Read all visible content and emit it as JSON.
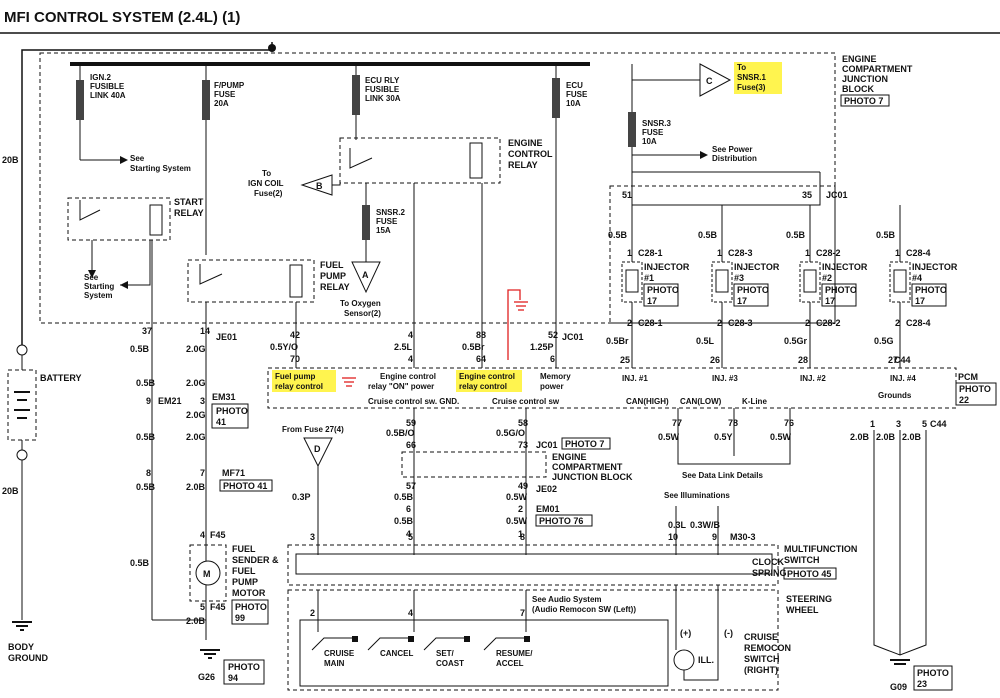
{
  "title": "MFI CONTROL SYSTEM (2.4L) (1)",
  "wire_20b": "20B",
  "fuses": {
    "ign2": [
      "IGN.2",
      "FUSIBLE",
      "LINK 40A"
    ],
    "fpump": [
      "F/PUMP",
      "FUSE",
      "20A"
    ],
    "ecu_rly": [
      "ECU RLY",
      "FUSIBLE",
      "LINK 30A"
    ],
    "ecu": [
      "ECU",
      "FUSE",
      "10A"
    ],
    "snsr3": [
      "SNSR.3",
      "FUSE",
      "10A"
    ],
    "snsr2": [
      "SNSR.2",
      "FUSE",
      "15A"
    ]
  },
  "ecj_block": [
    "ENGINE",
    "COMPARTMENT",
    "JUNCTION",
    "BLOCK"
  ],
  "photo_7": "PHOTO 7",
  "to_snsr1": [
    "To",
    "SNSR.1",
    "Fuse(3)"
  ],
  "connector_c": "C",
  "connector_b": "B",
  "connector_a": "A",
  "connector_d": "D",
  "see_power": [
    "See Power",
    "Distribution"
  ],
  "see_starting_1": [
    "See",
    "Starting System"
  ],
  "see_starting_2": [
    "See",
    "Starting",
    "System"
  ],
  "to_ign_coil": [
    "To",
    "IGN COIL",
    "Fuse(2)"
  ],
  "start_relay": [
    "START",
    "RELAY"
  ],
  "engine_control_relay": [
    "ENGINE",
    "CONTROL",
    "RELAY"
  ],
  "fuel_pump_relay": [
    "FUEL",
    "PUMP",
    "RELAY"
  ],
  "to_oxygen": [
    "To Oxygen",
    "Sensor(2)"
  ],
  "jc01": "JC01",
  "pin51": "51",
  "pin35": "35",
  "injectors": [
    {
      "name": [
        "INJECTOR",
        "#1"
      ],
      "conn": "C28-1",
      "photo": [
        "PHOTO",
        "17"
      ],
      "wire_top": "0.5B",
      "wire_bot": "0.5Br",
      "pcm_pin": "25",
      "pcm_label": "INJ. #1"
    },
    {
      "name": [
        "INJECTOR",
        "#3"
      ],
      "conn": "C28-3",
      "photo": [
        "PHOTO",
        "17"
      ],
      "wire_top": "0.5B",
      "wire_bot": "0.5L",
      "pcm_pin": "26",
      "pcm_label": "INJ. #3"
    },
    {
      "name": [
        "INJECTOR",
        "#2"
      ],
      "conn": "C28-2",
      "photo": [
        "PHOTO",
        "17"
      ],
      "wire_top": "0.5B",
      "wire_bot": "0.5Gr",
      "pcm_pin": "28",
      "pcm_label": "INJ. #2"
    },
    {
      "name": [
        "INJECTOR",
        "#4"
      ],
      "conn": "C28-4",
      "photo": [
        "PHOTO",
        "17"
      ],
      "wire_top": "0.5B",
      "wire_bot": "0.5G",
      "pcm_pin": "27",
      "pcm_label": "INJ. #4"
    }
  ],
  "c44": "C44",
  "pcm": [
    "PCM",
    "PHOTO",
    "22"
  ],
  "pcm_pins": {
    "fuel_pump": {
      "je": "42",
      "wire": "0.5Y/O",
      "pin": "70",
      "label": [
        "Fuel pump",
        "relay control"
      ]
    },
    "ecr_on": {
      "je": "4",
      "wire": "2.5L",
      "pin": "4",
      "label": [
        "Engine control",
        "relay \"ON\" power"
      ]
    },
    "ecr_ctl": {
      "je": "88",
      "wire": "0.5Br",
      "pin": "64",
      "label": [
        "Engine control",
        "relay control"
      ]
    },
    "memory": {
      "je": "52",
      "wire": "1.25P",
      "pin": "6",
      "label": [
        "Memory",
        "power"
      ]
    }
  },
  "cruise_gnd": "Cruise control sw. GND.",
  "cruise_sw": "Cruise control sw",
  "can_high": "CAN(HIGH)",
  "can_low": "CAN(LOW)",
  "k_line": "K-Line",
  "grounds": "Grounds",
  "can_pins": [
    {
      "pin": "77",
      "wire": "0.5W"
    },
    {
      "pin": "78",
      "wire": "0.5Y"
    },
    {
      "pin": "76",
      "wire": "0.5W"
    }
  ],
  "see_data_link": "See Data Link Details",
  "ground_pins": [
    {
      "pin": "1",
      "wire": "2.0B"
    },
    {
      "pin": "3",
      "wire": "2.0B"
    },
    {
      "pin": "5",
      "wire": "2.0B"
    }
  ],
  "battery": "BATTERY",
  "body_ground": [
    "BODY",
    "GROUND"
  ],
  "left_pins": {
    "je01": "JE01",
    "p37": "37",
    "p14": "14",
    "em21": "EM21",
    "p9": "9",
    "p3": "3",
    "em31": "EM31",
    "photo41a": [
      "PHOTO",
      "41"
    ],
    "mf71": "MF71",
    "p8": "8",
    "p7": "7",
    "photo41b": "PHOTO 41",
    "f45": "F45",
    "p4": "4",
    "p5": "5",
    "g26": "G26",
    "photo94": [
      "PHOTO",
      "94"
    ]
  },
  "wires_left": [
    "0.5B",
    "2.0G",
    "0.5B",
    "2.0G",
    "2.0G",
    "0.5B",
    "2.0G",
    "0.5B",
    "2.0B",
    "0.5B"
  ],
  "fuel_sender": [
    "FUEL",
    "SENDER &",
    "FUEL",
    "PUMP",
    "MOTOR"
  ],
  "photo99": [
    "PHOTO",
    "99"
  ],
  "motor_m": "M",
  "from_fuse27": "From Fuse 27(4)",
  "wire_03p": "0.3P",
  "mid": {
    "p59": "59",
    "w59": "0.5B/O",
    "p58": "58",
    "w58": "0.5G/O",
    "p66": "66",
    "p73": "73",
    "jc01_photo": "PHOTO 7",
    "p57": "57",
    "p49": "49",
    "w57": "0.5B",
    "w49": "0.5W",
    "je02": "JE02",
    "p6": "6",
    "p2": "2",
    "w6": "0.5B",
    "w2": "0.5W",
    "em01": "EM01",
    "photo76": "PHOTO 76",
    "p4": "4",
    "p1": "1",
    "w4": "0.5B",
    "w1": "0.5W",
    "p3": "3",
    "p5": "5",
    "p8": "8",
    "p7": "7",
    "p10": "10",
    "p9": "9",
    "w10": "0.3L",
    "w9": "0.3W/B"
  },
  "ecj2": [
    "ENGINE",
    "COMPARTMENT",
    "JUNCTION BLOCK"
  ],
  "see_illuminations": "See Illuminations",
  "m30": "M30-3",
  "multifunction": [
    "MULTIFUNCTION",
    "SWITCH",
    "CLOCK",
    "SPRING",
    "PHOTO 45"
  ],
  "see_audio": [
    "See Audio System",
    "(Audio Remocon SW (Left))"
  ],
  "steering": [
    "STEERING",
    "WHEEL"
  ],
  "cruise_buttons": [
    {
      "label": [
        "CRUISE",
        "MAIN"
      ]
    },
    {
      "label": [
        "CANCEL"
      ]
    },
    {
      "label": [
        "SET/",
        "COAST"
      ]
    },
    {
      "label": [
        "RESUME/",
        "ACCEL"
      ]
    }
  ],
  "ill": "ILL.",
  "plus": "(+)",
  "minus": "(-)",
  "remocon": [
    "CRUISE",
    "REMOCON",
    "SWITCH",
    "(RIGHT)"
  ],
  "g09": "G09",
  "photo23": [
    "PHOTO",
    "23"
  ],
  "highlight_color": "#fff44f",
  "ink_color": "#e02020"
}
